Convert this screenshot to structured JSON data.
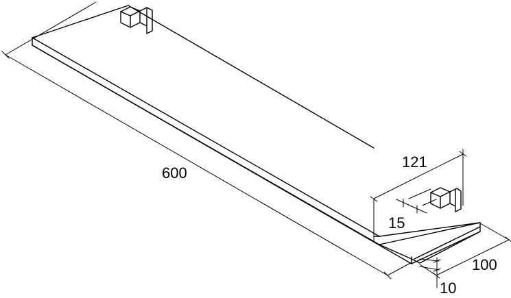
{
  "dimensions": {
    "length": "600",
    "depth": "121",
    "offset": "15",
    "width": "100",
    "thickness": "10"
  }
}
